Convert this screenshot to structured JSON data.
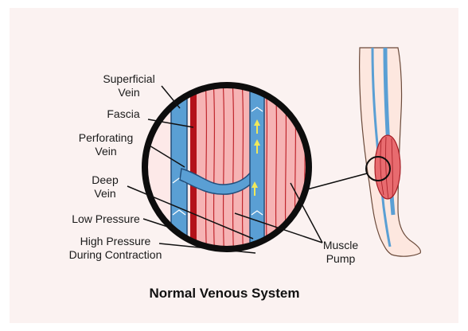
{
  "title": "Normal Venous System",
  "labels": {
    "superficial_vein": [
      "Superficial",
      "Vein"
    ],
    "fascia": "Fascia",
    "perforating_vein": [
      "Perforating",
      "Vein"
    ],
    "deep_vein": [
      "Deep",
      "Vein"
    ],
    "low_pressure": "Low Pressure",
    "high_pressure": [
      "High Pressure",
      "During Contraction"
    ],
    "muscle_pump": [
      "Muscle",
      "Pump"
    ]
  },
  "colors": {
    "background": "#fbf2f1",
    "muscle": "#f6b3b4",
    "muscle_line": "#c0262d",
    "fascia": "#b3121a",
    "vein": "#5a9fd4",
    "vein_outline": "#234e7a",
    "flow_arrow": "#f0e85a",
    "skin": "#fde7df"
  }
}
